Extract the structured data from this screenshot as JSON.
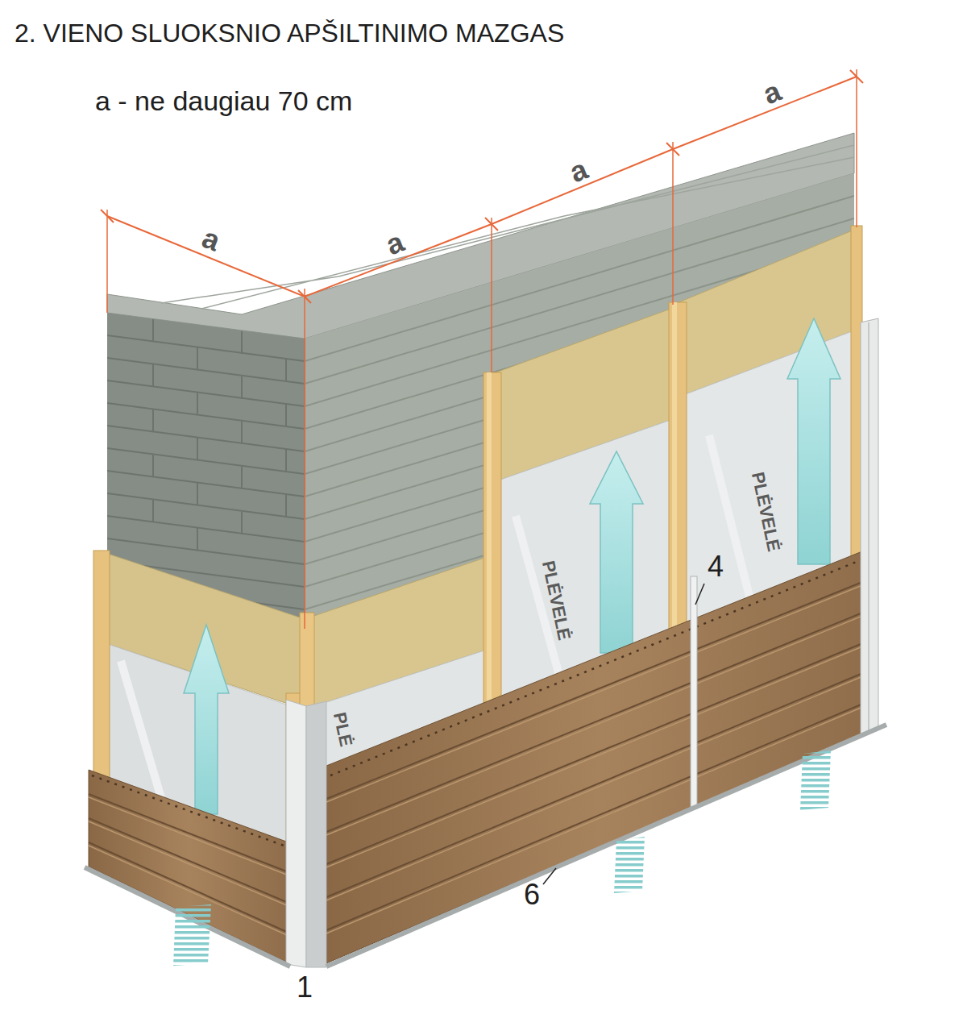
{
  "diagram": {
    "title": "2. VIENO SLUOKSNIO APŠILTINIMO MAZGAS",
    "labels": [
      "a - ne daugiau 70 cm",
      "a",
      "a",
      "a",
      "a",
      "PLĖVELĖ",
      "PLĖVELĖ",
      "PLĖ",
      "4",
      "1",
      "6"
    ]
  }
}
